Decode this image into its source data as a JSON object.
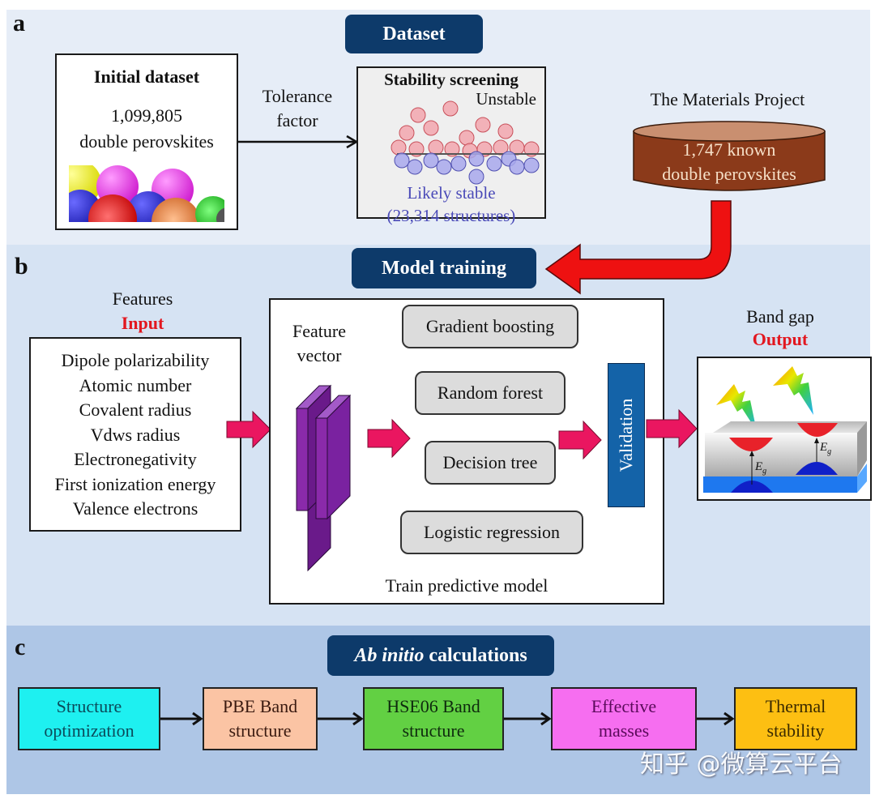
{
  "panel_a": {
    "label": "a",
    "title": "Dataset",
    "initial_dataset": {
      "title": "Initial dataset",
      "count": "1,099,805",
      "description": "double perovskites"
    },
    "arrow_label_line1": "Tolerance",
    "arrow_label_line2": "factor",
    "stability_screening": {
      "title": "Stability screening",
      "unstable_label": "Unstable",
      "stable_label": "Likely stable",
      "stable_count": "(23,314 structures)"
    },
    "materials_project": {
      "title": "The Materials Project",
      "line1": "1,747 known",
      "line2": "double perovskites"
    }
  },
  "panel_b": {
    "label": "b",
    "title": "Model training",
    "features_label": "Features",
    "input_label": "Input",
    "features": [
      "Dipole polarizability",
      "Atomic number",
      "Covalent radius",
      "Vdws radius",
      "Electronegativity",
      "First ionization energy",
      "Valence electrons"
    ],
    "feature_vector_line1": "Feature",
    "feature_vector_line2": "vector",
    "algorithms": [
      "Gradient boosting",
      "Random forest",
      "Decision tree",
      "Logistic regression"
    ],
    "validation_label": "Validation",
    "train_label": "Train predictive model",
    "band_gap_label": "Band gap",
    "output_label": "Output",
    "eg_label": "E",
    "eg_sub": "g"
  },
  "panel_c": {
    "label": "c",
    "title_italic": "Ab initio",
    "title_rest": " calculations",
    "steps": [
      {
        "line1": "Structure",
        "line2": "optimization",
        "color": "#1ef0f0",
        "text_color": "#0b4a5a"
      },
      {
        "line1": "PBE Band",
        "line2": "structure",
        "color": "#fbc4a4",
        "text_color": "#3a1a10"
      },
      {
        "line1": "HSE06 Band",
        "line2": "structure",
        "color": "#62d043",
        "text_color": "#0e2a0e"
      },
      {
        "line1": "Effective",
        "line2": "masses",
        "color": "#f66ef0",
        "text_color": "#5a0a5a"
      },
      {
        "line1": "Thermal",
        "line2": "stability",
        "color": "#fdbf12",
        "text_color": "#3a2a00"
      }
    ]
  },
  "watermark": "知乎 @微算云平台",
  "colors": {
    "pill": "#0d3a6a",
    "red_text": "#e2171f",
    "unstable_red": "#d2353c",
    "stable_blue": "#4a4ab8",
    "arrow_pink": "#ea1660",
    "validation_blue": "#1463a8",
    "cylinder_brown": "#8b3a1a",
    "big_arrow_red": "#ee1111"
  }
}
